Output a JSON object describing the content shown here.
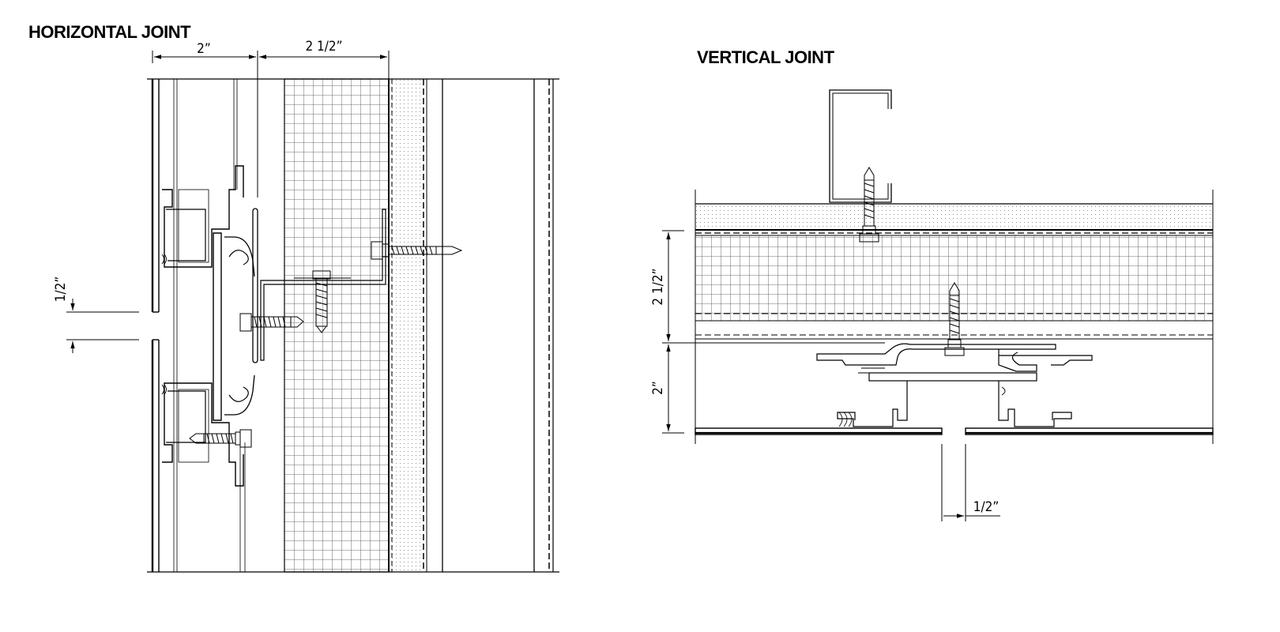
{
  "horizontal_joint": {
    "title": "HORIZONTAL JOINT",
    "dim_top_left": "2”",
    "dim_top_right": "2  1/2”",
    "dim_gap": "1/2”"
  },
  "vertical_joint": {
    "title": "VERTICAL JOINT",
    "dim_insulation": "2 1/2”",
    "dim_panel": "2”",
    "dim_gap": "1/2”"
  }
}
